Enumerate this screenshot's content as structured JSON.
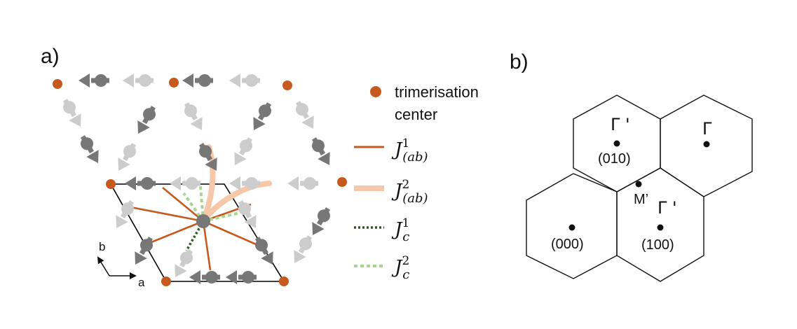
{
  "panels": {
    "a": {
      "label": "a)"
    },
    "b": {
      "label": "b)"
    }
  },
  "colors": {
    "trimer": "#c65a1e",
    "J1ab": "#c65a1e",
    "J2ab": "#f6c7a8",
    "J1c": "#2f5a22",
    "J2c": "#a8d690",
    "spin_dark": "#777777",
    "spin_light": "#cccccc",
    "cell": "#000000"
  },
  "legend": {
    "trimer_line1": "trimerisation",
    "trimer_line2": "center",
    "J1ab": {
      "base": "J",
      "sup": "1",
      "sub": "(ab)"
    },
    "J2ab": {
      "base": "J",
      "sup": "2",
      "sub": "(ab)"
    },
    "J1c": {
      "base": "J",
      "sup": "1",
      "sub": "c"
    },
    "J2c": {
      "base": "J",
      "sup": "2",
      "sub": "c"
    }
  },
  "axes": {
    "a": "a",
    "b": "b"
  },
  "brillouin": {
    "gamma_prime_top": "Γ '",
    "gamma_right": "Γ",
    "gamma_prime_bottom": "Γ '",
    "M_prime": "M’",
    "idx_010": "(010)",
    "idx_000": "(000)",
    "idx_100": "(100)"
  }
}
